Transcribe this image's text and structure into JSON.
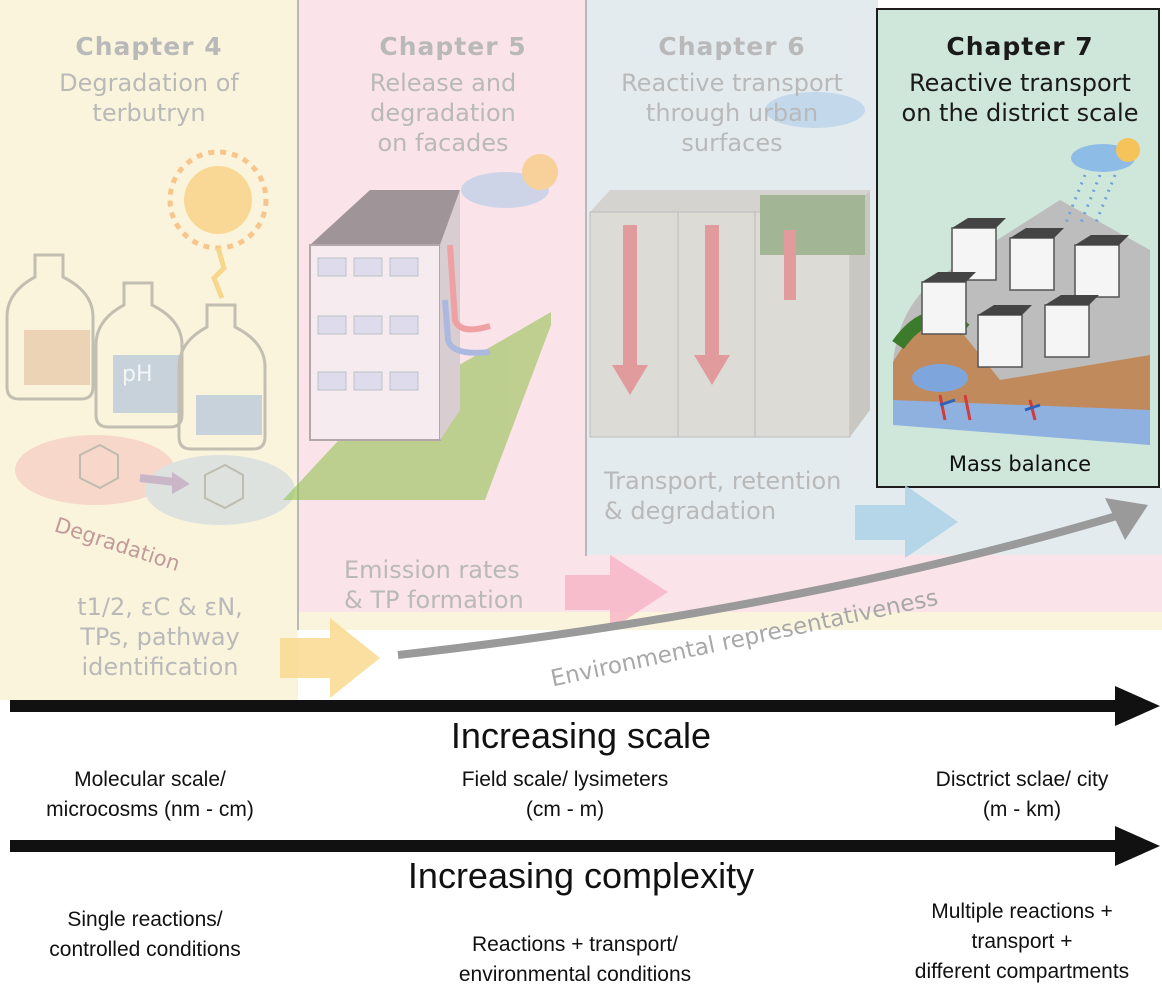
{
  "chapters": [
    {
      "number_label": "Chapter 4",
      "subtitle_lines": [
        "Degradation of",
        "terbutryn"
      ]
    },
    {
      "number_label": "Chapter 5",
      "subtitle_lines": [
        "Release and",
        "degradation",
        "on facades"
      ]
    },
    {
      "number_label": "Chapter 6",
      "subtitle_lines": [
        "Reactive transport",
        "through urban",
        "surfaces"
      ]
    },
    {
      "number_label": "Chapter 7",
      "subtitle_lines": [
        "Reactive transport",
        "on the district scale"
      ]
    }
  ],
  "chapter4": {
    "ph_label": "pH",
    "degradation_label": "Degradation",
    "outputs_line1": "t1/2, εC & εN,",
    "outputs_line2": "TPs, pathway",
    "outputs_line3": "identification"
  },
  "chapter5": {
    "outputs_line1": "Emission rates",
    "outputs_line2": "& TP formation"
  },
  "chapter6": {
    "outputs_line1": "Transport, retention",
    "outputs_line2": "& degradation"
  },
  "chapter7": {
    "output_label": "Mass balance"
  },
  "environmental_arrow_label": "Environmental representativeness",
  "scale_axis": {
    "title": "Increasing scale",
    "left_line1": "Molecular scale/",
    "left_line2": "microcosms (nm - cm)",
    "mid_line1": "Field scale/ lysimeters",
    "mid_line2": "(cm - m)",
    "right_line1": "Disctrict sclae/ city",
    "right_line2": "(m - km)"
  },
  "complexity_axis": {
    "title": "Increasing complexity",
    "left_line1": "Single reactions/",
    "left_line2": "controlled conditions",
    "mid_line1": "Reactions + transport/",
    "mid_line2": "environmental conditions",
    "right_line1": "Multiple reactions +",
    "right_line2": "transport +",
    "right_line3": "different compartments"
  },
  "colors": {
    "ch4_bg": "#fbf4dc",
    "ch5_bg": "#fbe3ea",
    "ch6_bg": "#e3ebef",
    "ch7_bg": "#cfe6db",
    "faded_text": "#b9b9b9",
    "axis": "#111111"
  }
}
